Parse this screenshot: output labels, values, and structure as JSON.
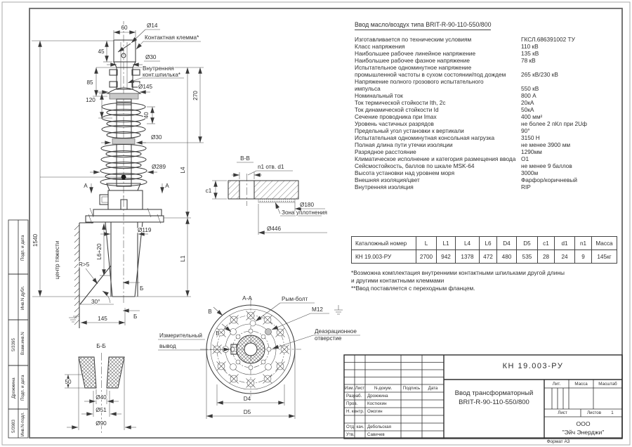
{
  "drawing": {
    "main": {
      "dim_60": "60",
      "dim_d14": "Ø14",
      "lbl_clamp": "Контактная клемма*",
      "dim_45": "45",
      "dim_d30_top": "Ø30",
      "dim_85": "85",
      "lbl_stud1": "Внутренняя",
      "lbl_stud2": "конт.шпилька*",
      "dim_d145": "Ø145",
      "dim_120": "120",
      "dim_270": "270",
      "dim_40": "40",
      "dim_d30_mid": "Ø30",
      "dim_d289": "Ø289",
      "dim_1540": "1540",
      "lbl_cog": "центр тяжести",
      "dim_L4": "L4",
      "dim_L1": "L1",
      "dim_L6": "L6+20",
      "dim_d119": "Ø119",
      "dim_R5": "R>5",
      "dim_30deg": "30°",
      "dim_145": "145",
      "lbl_B": "Б",
      "lbl_A": "А"
    },
    "vv": {
      "title": "В-В",
      "holes": "n1 отв. d1",
      "c1": "c1",
      "d180": "Ø180",
      "seal": "Зона уплотнения",
      "d446": "Ø446"
    },
    "aa": {
      "title": "А-А",
      "eyebolt": "Рым-болт",
      "m12": "М12",
      "deaer1": "Деаэрационное",
      "deaer2": "отверстие",
      "tap1": "Измерительный",
      "tap2": "вывод",
      "d4": "D4",
      "d5": "D5",
      "section_arrow": "В"
    },
    "bb": {
      "title": "Б-Б",
      "dim_50": "50",
      "d40": "Ø40",
      "d51": "Ø51",
      "d90": "Ø90"
    }
  },
  "specs": {
    "title": "Ввод масло/воздух типа BRIT-R-90-110-550/800",
    "rows": [
      {
        "label": "Изготавливается по техническим условиям",
        "value": "ГКСЛ.686391002 ТУ"
      },
      {
        "label": "Класс напряжения",
        "value": "110 кВ"
      },
      {
        "label": "Наибольшее рабочее линейное напряжение",
        "value": "135 кВ"
      },
      {
        "label": "Наибольшее рабочее фазное напряжение",
        "value": "78 кВ"
      },
      {
        "label": "Испытательное одноминутное напряжение\nпромышленной частоты в сухом состоянии/под дождем",
        "value": "265 кВ/230 кВ"
      },
      {
        "label": "Напряжение полного грозового испытательного\nимпульса",
        "value": "550 кВ"
      },
      {
        "label": "Номинальный ток",
        "value": "800 А"
      },
      {
        "label": "Ток термической стойкости Ith, 2с",
        "value": "20кА"
      },
      {
        "label": "Ток динамической стойкости Id",
        "value": "50кА"
      },
      {
        "label": "Сечение проводника при Imax",
        "value": "400 мм²"
      },
      {
        "label": "Уровень частичных разрядов",
        "value": "не более 2 пКл при 2Uф"
      },
      {
        "label": "Предельный угол установки к вертикали",
        "value": "90°"
      },
      {
        "label": "Испытательная одноминутная консольная нагрузка",
        "value": "3150 Н"
      },
      {
        "label": "Полная длина пути утечки изоляции",
        "value": "не менее 3900 мм"
      },
      {
        "label": "Разрядное расстояние",
        "value": "1290мм"
      },
      {
        "label": "Климатическое исполнение и категория размещения ввода",
        "value": "О1"
      },
      {
        "label": "Сейсмостойкость, баллов по шкале MSK-64",
        "value": "не менее 9 баллов"
      },
      {
        "label": "Высота установки над уровнем моря",
        "value": "3000м"
      },
      {
        "label": "Внешняя изоляция/цвет",
        "value": "Фарфор/коричневый"
      },
      {
        "label": "Внутренняя изоляция",
        "value": "RIP"
      }
    ]
  },
  "table": {
    "headers": [
      "Каталожный номер",
      "L",
      "L1",
      "L4",
      "L6",
      "D4",
      "D5",
      "c1",
      "d1",
      "n1",
      "Масса"
    ],
    "row": [
      "КН 19.003-РУ",
      "2700",
      "942",
      "1378",
      "472",
      "480",
      "535",
      "28",
      "24",
      "9",
      "145кг"
    ]
  },
  "notes": {
    "line1": "*Возможна комплектация внутренними контактными шпильками другой длины",
    "line2": "и другими контактными клеммами",
    "line3": "**Ввод  поставляется с переходным фланцем."
  },
  "title_block": {
    "doc_number": "КН 19.003-РУ",
    "product_line1": "Ввод трансформаторный",
    "product_line2": "BRIT-R-90-110-550/800",
    "col_izm": "Изм.",
    "col_list": "Лист",
    "col_ndokum": "N-докум.",
    "col_podpis": "Подпись",
    "col_data": "Дата",
    "rows": [
      {
        "role": "Разраб.",
        "name": "Дрожжина"
      },
      {
        "role": "Пров.",
        "name": "Костюхин"
      },
      {
        "role": "Н. контр.",
        "name": "Ожогин"
      },
      {
        "role": "Отд. кач.",
        "name": "Дебольская"
      },
      {
        "role": "Утв.",
        "name": "Савичев"
      }
    ],
    "lit": "Лит.",
    "mass": "Масса",
    "scale": "Масштаб",
    "sheet": "Лист",
    "sheets": "Листов",
    "sheets_value": "1",
    "company_line1": "ООО",
    "company_line2": "\"Эйч Энерджи\"",
    "format": "Формат А3"
  },
  "side_stamp": {
    "items": [
      {
        "label": "Подп. и дата",
        "value": ""
      },
      {
        "label": "Инв.N дубл.",
        "value": ""
      },
      {
        "label": "Взам.инв.N",
        "value": "5/3395"
      },
      {
        "label": "Подп. и дата",
        "value": "Дрожжина"
      },
      {
        "label": "Инв.N-подл.",
        "value": "5/3983"
      }
    ]
  }
}
